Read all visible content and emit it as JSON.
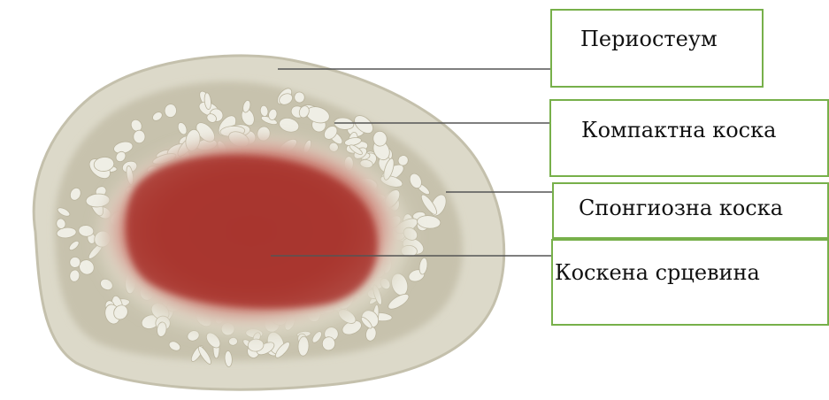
{
  "labels": {
    "periosteum": "Периостеум",
    "compact_bone": "Компактна коска",
    "spongy_bone": "Спонгиозна коска",
    "bone_marrow": "Коскена срцевина"
  },
  "colors": {
    "box_border": "#77b04a",
    "compact_bone": "#dcd9c9",
    "periosteum_outline": "#c9c5b2",
    "spongy_background": "#c6c1ad",
    "trabeculae": "#efeee5",
    "marrow": "#b23d34",
    "leader_line": "#555555"
  },
  "icons": {
    "bone_cross_section": "bone-cross-section-illustration"
  }
}
